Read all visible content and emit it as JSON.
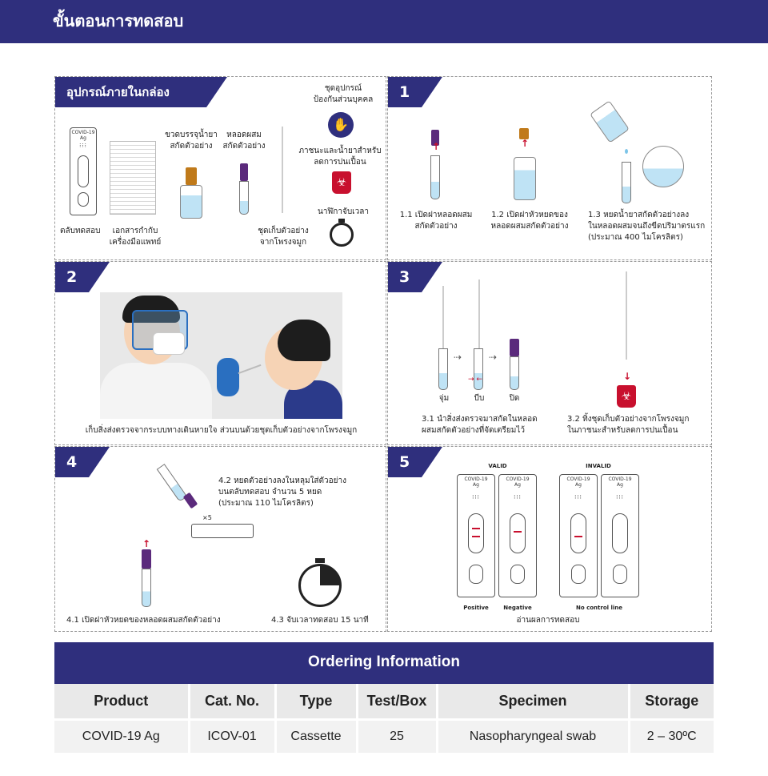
{
  "header": {
    "title": "ขั้นตอนการทดสอบ"
  },
  "kit": {
    "tab": "อุปกรณ์ภายในกล่อง",
    "cassette_text_1": "COVID-19",
    "cassette_text_2": "Ag",
    "cassette_label": "ตลับทดสอบ",
    "ifu_label": "เอกสารกำกับ\nเครื่องมือแพทย์",
    "buffer_label": "ขวดบรรจุน้ำยา\nสกัดตัวอย่าง",
    "tube_label": "หลอดผสม\nสกัดตัวอย่าง",
    "swab_label": "ชุดเก็บตัวอย่าง\nจากโพรงจมูก",
    "ppe_label": "ชุดอุปกรณ์\nป้องกันส่วนบุคคล",
    "biobag_label": "ภาชนะและน้ำยาสำหรับ\nลดการปนเปื้อน",
    "timer_label": "นาฬิกาจับเวลา"
  },
  "step1": {
    "tab": "1",
    "s1_1": "1.1 เปิดฝาหลอดผสม\nสกัดตัวอย่าง",
    "s1_2": "1.2 เปิดฝาหัวหยดของ\nหลอดผสมสกัดตัวอย่าง",
    "s1_3": "1.3 หยดน้ำยาสกัดตัวอย่างลง\nในหลอดผสมจนถึงขีดปริมาตรแรก\n(ประมาณ 400 ไมโครลิตร)"
  },
  "step2": {
    "tab": "2",
    "caption": "เก็บสิ่งส่งตรวจจากระบบทางเดินหายใจ ส่วนบนด้วยชุดเก็บตัวอย่างจากโพรงจมูก"
  },
  "step3": {
    "tab": "3",
    "dip": "จุ่ม",
    "squeeze": "บีบ",
    "close": "ปิด",
    "s3_1": "3.1 นำสิ่งส่งตรวจมาสกัดในหลอด\nผสมสกัดตัวอย่างที่จัดเตรียมไว้",
    "s3_2": "3.2 ทิ้งชุดเก็บตัวอย่างจากโพรงจมูก\nในภาชนะสำหรับลดการปนเปื้อน"
  },
  "step4": {
    "tab": "4",
    "s4_2": "4.2 หยดตัวอย่างลงในหลุมใส่ตัวอย่าง\nบนตลับทดสอบ จำนวน 5 หยด\n(ประมาณ 110 ไมโครลิตร)",
    "drops": "×5",
    "s4_1": "4.1 เปิดฝาหัวหยดของหลอดผสมสกัดตัวอย่าง",
    "s4_3": "4.3 จับเวลาทดสอบ 15 นาที"
  },
  "step5": {
    "tab": "5",
    "valid": "VALID",
    "invalid": "INVALID",
    "positive": "Positive",
    "negative": "Negative",
    "no_control": "No control line",
    "caption": "อ่านผลการทดสอบ"
  },
  "ordering": {
    "title": "Ordering Information",
    "headers": [
      "Product",
      "Cat. No.",
      "Type",
      "Test/Box",
      "Specimen",
      "Storage"
    ],
    "row": [
      "COVID-19 Ag",
      "ICOV-01",
      "Cassette",
      "25",
      "Nasopharyngeal swab",
      "2 – 30ºC"
    ]
  },
  "colors": {
    "navy": "#2f2f7d",
    "red": "#c8102e",
    "purple": "#5b2a7c",
    "blue_glove": "#2a6fc0"
  }
}
